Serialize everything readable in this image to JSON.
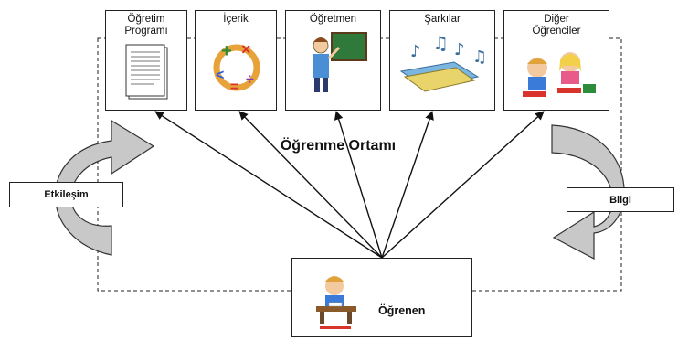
{
  "diagram": {
    "title": "Öğrenme Ortamı",
    "boxes": [
      {
        "id": "program",
        "line1": "Öğretim",
        "line2": "Programı",
        "icon": "document-icon"
      },
      {
        "id": "content",
        "line1": "İçerik",
        "line2": "",
        "icon": "math-symbols-icon"
      },
      {
        "id": "teacher",
        "line1": "Öğretmen",
        "line2": "",
        "icon": "teacher-icon"
      },
      {
        "id": "songs",
        "line1": "Şarkılar",
        "line2": "",
        "icon": "music-notes-icon"
      },
      {
        "id": "peers",
        "line1": "Diğer",
        "line2": "Öğrenciler",
        "icon": "students-icon"
      }
    ],
    "learner": {
      "label": "Öğrenen",
      "icon": "student-at-desk-icon"
    },
    "left_cycle_label": "Etkileşim",
    "right_cycle_label": "Bilgi",
    "colors": {
      "stroke": "#222222",
      "arrow_fill": "#c8c8c8",
      "background": "#ffffff"
    }
  }
}
